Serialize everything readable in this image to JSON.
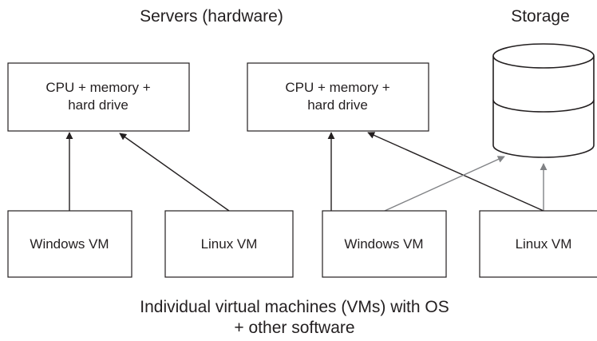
{
  "headings": {
    "servers": "Servers (hardware)",
    "storage": "Storage"
  },
  "servers": [
    {
      "line1": "CPU + memory +",
      "line2": "hard drive"
    },
    {
      "line1": "CPU + memory +",
      "line2": "hard drive"
    }
  ],
  "vms": [
    {
      "label": "Windows VM"
    },
    {
      "label": "Linux VM"
    },
    {
      "label": "Windows VM"
    },
    {
      "label": "Linux VM"
    }
  ],
  "caption": {
    "line1": "Individual virtual machines (VMs) with OS",
    "line2": "+ other software"
  },
  "colors": {
    "stroke": "#231f20",
    "storage_arrow": "#808285",
    "background": "#ffffff"
  }
}
